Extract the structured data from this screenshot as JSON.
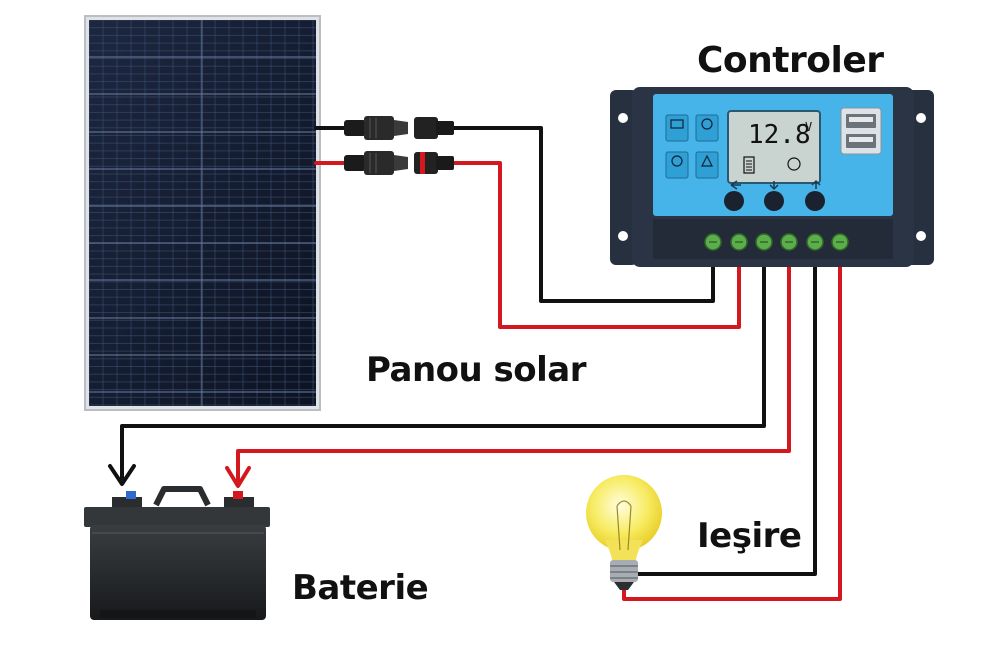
{
  "labels": {
    "controller": "Controler",
    "panel": "Panou solar",
    "battery": "Baterie",
    "output": "Ieşire"
  },
  "controller_display": {
    "voltage_value": "12.8",
    "voltage_unit": "V"
  },
  "colors": {
    "positive_wire": "#d4181f",
    "negative_wire": "#111111",
    "controller_face": "#46b4e8",
    "controller_body": "#2b3444",
    "lcd_background": "#c9d3cf",
    "terminal_green": "#5cae4c",
    "bulb_glow": "#f5e84a"
  },
  "icons": [
    "solar-panel",
    "mc4-connector",
    "charge-controller",
    "lcd-display",
    "usb-port",
    "battery",
    "light-bulb",
    "arrow-down"
  ]
}
